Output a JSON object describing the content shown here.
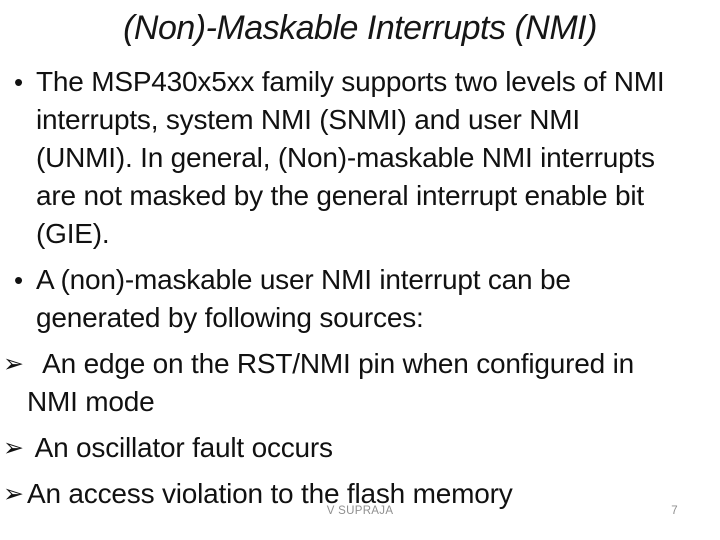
{
  "slide": {
    "title": "(Non)-Maskable Interrupts (NMI)",
    "bullets": [
      {
        "marker": "•",
        "marker_type": "round-bullet",
        "text": "The MSP430x5xx family supports two levels of NMI\ninterrupts, system NMI (SNMI) and user NMI\n(UNMI). In general, (Non)-maskable NMI interrupts\nare not masked by the general interrupt enable bit\n(GIE)."
      },
      {
        "marker": "•",
        "marker_type": "round-bullet",
        "text": "A (non)-maskable user NMI interrupt can be\ngenerated by following sources:"
      },
      {
        "marker": "➢",
        "marker_type": "arrowhead-bullet",
        "text": "  An edge on the RST/NMI pin when configured in\nNMI mode"
      },
      {
        "marker": "➢",
        "marker_type": "arrowhead-bullet",
        "text": " An oscillator fault occurs"
      },
      {
        "marker": "➢",
        "marker_type": "arrowhead-bullet",
        "text": "An access violation to the flash memory"
      }
    ],
    "footer": {
      "author": "V SUPRAJA",
      "page_number": "7"
    },
    "colors": {
      "background": "#ffffff",
      "body_text": "#111111",
      "title_text": "#161616",
      "footer_text": "#8f8f8f"
    }
  }
}
